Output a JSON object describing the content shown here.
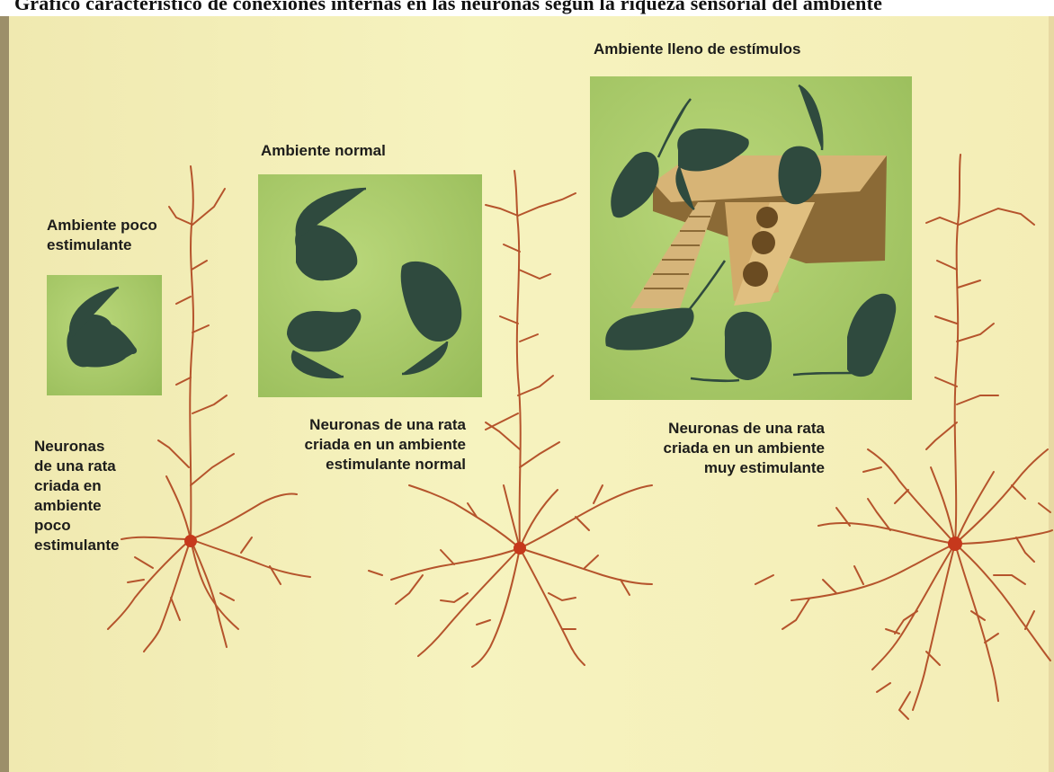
{
  "header": {
    "text": "Gráfico característico de conexiones internas en las neuronas según la riqueza sensorial del ambiente"
  },
  "panels": [
    {
      "title": "Ambiente poco estimulante",
      "caption": "Neuronas de una rata criada en ambiente poco estimulante"
    },
    {
      "title": "Ambiente normal",
      "caption": "Neuronas de una rata criada en un ambiente estimulante normal"
    },
    {
      "title": "Ambiente lleno de estímulos",
      "caption": "Neuronas de una rata criada en un ambiente muy estimulante"
    }
  ],
  "colors": {
    "neuron": "#b5542c",
    "soma": "#c6381c",
    "box": "#a9c968",
    "rat": "#2f4a3e",
    "background": "#f3efb4"
  }
}
